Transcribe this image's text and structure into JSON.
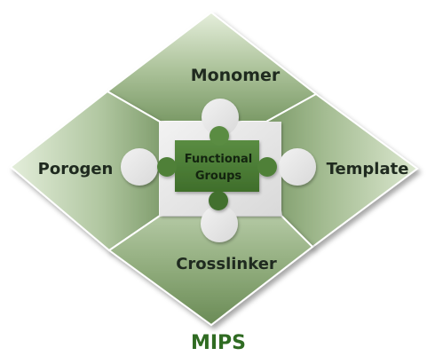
{
  "diagram": {
    "title": "MIPS",
    "pieces": {
      "top": "Monomer",
      "left": "Porogen",
      "right": "Template",
      "bottom": "Crosslinker"
    },
    "center": {
      "line1": "Functional",
      "line2": "Groups"
    },
    "colors": {
      "piece_light": "#e6efdc",
      "piece_dark": "#6f9159",
      "center_fill": "#4b7d34",
      "socket_fill": "#e9e9e9",
      "title": "#2f6b22"
    }
  }
}
